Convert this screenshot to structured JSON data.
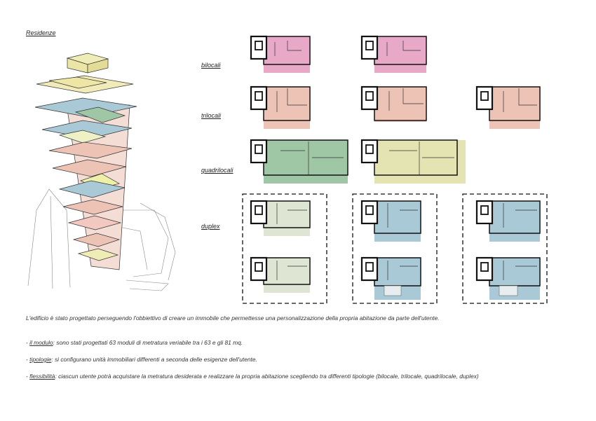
{
  "heading": "Residenze",
  "categories": {
    "bilocali": "bilocali",
    "trilocali": "trilocali",
    "quadrilocali": "quadrilocali",
    "duplex": "duplex"
  },
  "colors": {
    "bilocali": "#e8a9c9",
    "trilocali": "#ecc3b4",
    "quadrilocali": "#9fc7a5",
    "quadrilocali_alt": "#e4e4b2",
    "duplex_grey": "#dfe5d3",
    "duplex_blue": "#a9c9d7",
    "top_block": "#f0ecb6"
  },
  "description": {
    "intro": "L'edificio è stato progettato perseguendo l'obbiettivo di creare un immobile che permettesse una personalizzazione della propria abitazione da parte dell'utente.",
    "modulo_label": "il modulo",
    "modulo_text": ":  sono stati progettati 63 moduli di metratura veriabile tra i 63 e  gli 81 mq.",
    "tipologie_label": "tipologie",
    "tipologie_text": ":  si configurano unità immobiliari differenti a seconda delle esigenze dell'utente.",
    "flessibilita_label": "flessibilità",
    "flessibilita_text": ": ciascun utente potrà acquistare la metratura desiderata e realizzare la propria abitazione scegliendo tra differenti tipologie (bilocale, trilocale, quadrilocale, duplex)"
  }
}
